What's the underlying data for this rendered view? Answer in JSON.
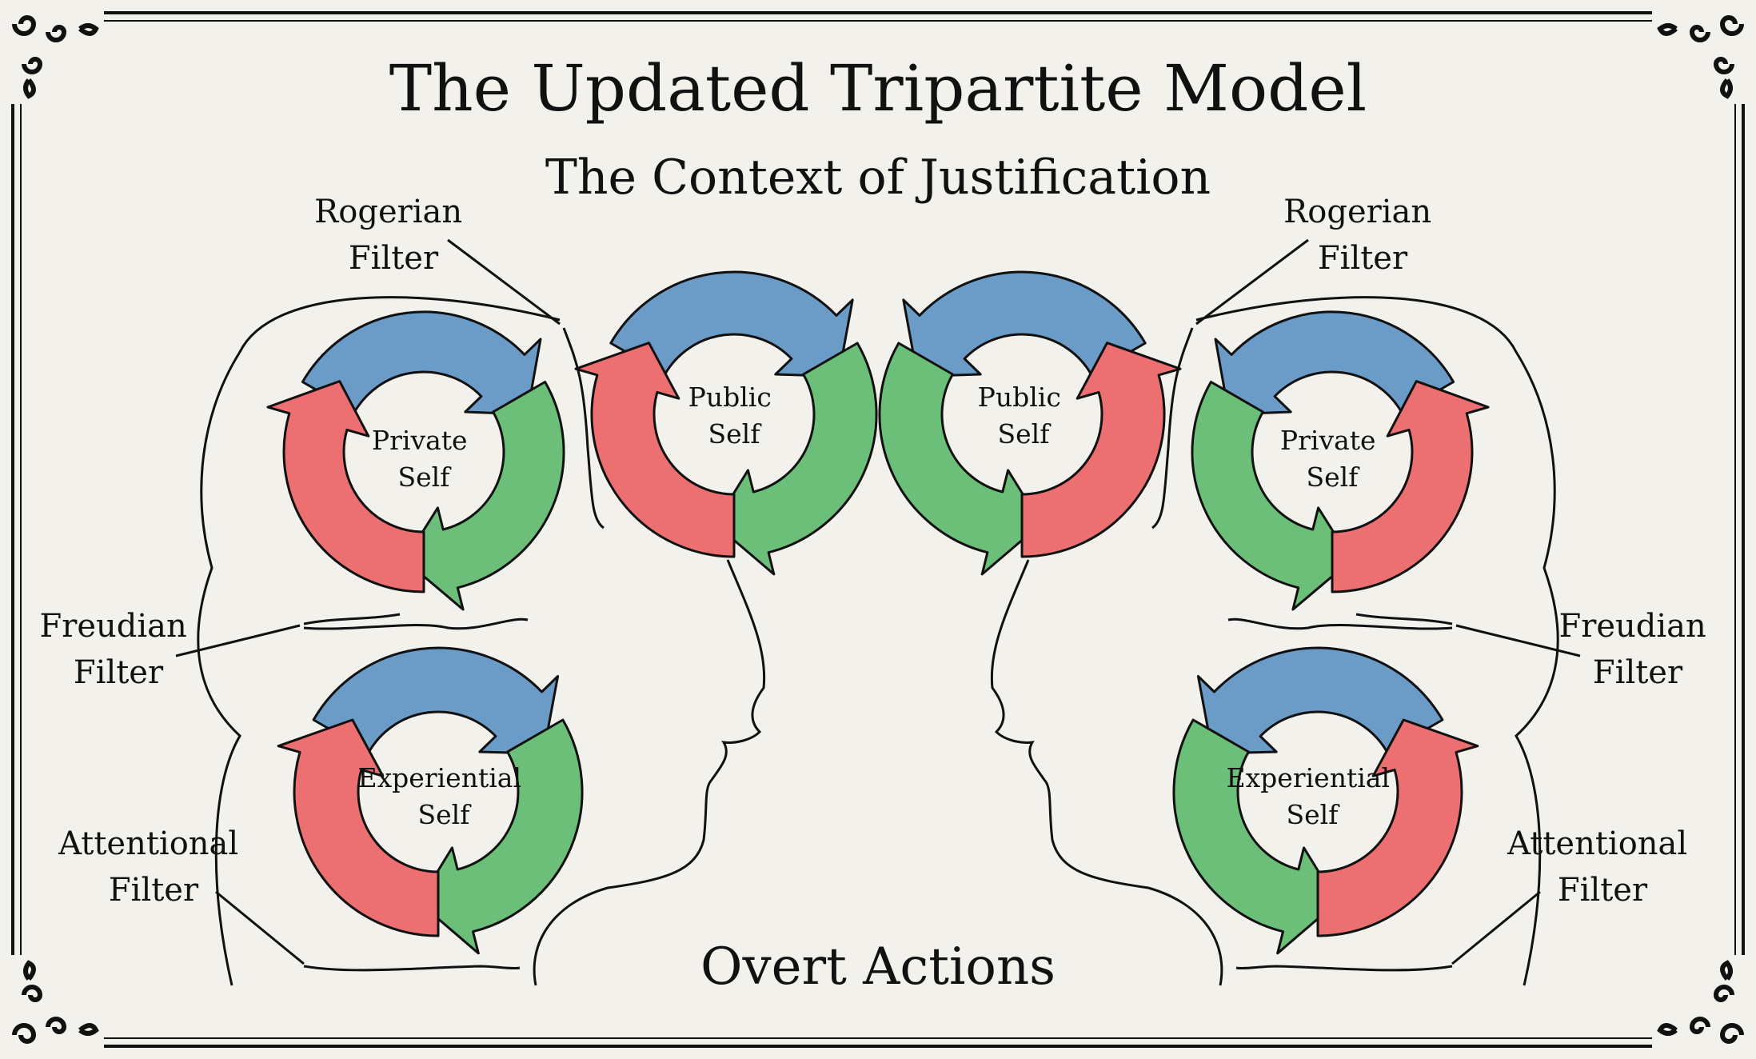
{
  "title": "The Updated Tripartite Model",
  "subtitle": "The Context of Justification",
  "footer": "Overt Actions",
  "labels": {
    "rogerian_left": [
      "Rogerian",
      "Filter"
    ],
    "rogerian_right": [
      "Rogerian",
      "Filter"
    ],
    "freudian_left": [
      "Freudian",
      "Filter"
    ],
    "freudian_right": [
      "Freudian",
      "Filter"
    ],
    "attentional_left": [
      "Attentional",
      "Filter"
    ],
    "attentional_right": [
      "Attentional",
      "Filter"
    ]
  },
  "cycles": {
    "left_private": [
      "Private",
      "Self"
    ],
    "left_public": [
      "Public",
      "Self"
    ],
    "left_experiential": [
      "Experiential",
      "Self"
    ],
    "right_private": [
      "Private",
      "Self"
    ],
    "right_public": [
      "Public",
      "Self"
    ],
    "right_experiential": [
      "Experiential",
      "Self"
    ]
  },
  "colors": {
    "background": "#f3f1ec",
    "blue": "#6b9bc7",
    "red": "#ec7071",
    "green": "#6cbf78",
    "ink": "#111111"
  }
}
